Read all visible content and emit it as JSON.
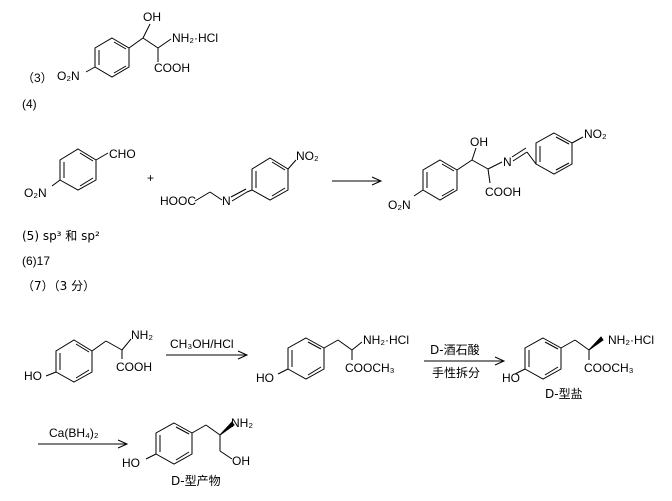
{
  "part3": {
    "label": "（3）",
    "atoms": {
      "oh": "OH",
      "nh2hcl": "NH₂·HCl",
      "cooh": "COOH",
      "no2": "O₂N"
    }
  },
  "part4": {
    "label": "(4)",
    "reactant1": {
      "cho": "CHO",
      "no2": "O₂N"
    },
    "plus": "+",
    "reactant2": {
      "hooc": "HOOC",
      "n": "N",
      "no2": "NO₂"
    },
    "product": {
      "oh": "OH",
      "n": "N",
      "no2_right": "NO₂",
      "no2_left": "O₂N",
      "cooh": "COOH"
    }
  },
  "part5": {
    "text": "(5) sp³ 和 sp²"
  },
  "part6": {
    "text": "(6)17"
  },
  "part7": {
    "text": "（7）（3 分）"
  },
  "synthesis": {
    "start": {
      "nh2": "NH₂",
      "cooh": "COOH",
      "ho": "HO"
    },
    "step1_reagent": "CH₃OH/HCl",
    "intermediate": {
      "nh2hcl": "NH₂·HCl",
      "cooch3": "COOCH₃",
      "ho": "HO"
    },
    "step2_reagent_top": "D-酒石酸",
    "step2_reagent_bottom": "手性拆分",
    "salt": {
      "nh2hcl": "NH₂·HCl",
      "cooch3": "COOCH₃",
      "ho": "HO",
      "caption": "D-型盐"
    },
    "step3_reagent": "Ca(BH₄)₂",
    "final": {
      "nh2": "NH₂",
      "oh": "OH",
      "ho": "HO",
      "caption": "D-型产物"
    }
  }
}
